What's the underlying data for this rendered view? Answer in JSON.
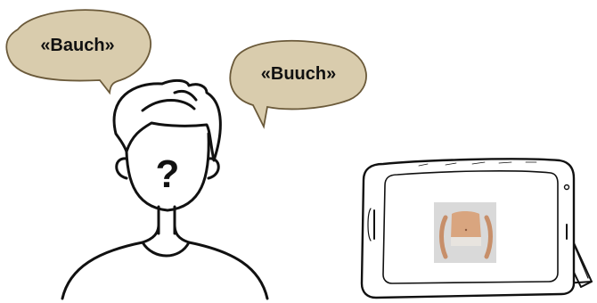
{
  "speech": {
    "left_bubble": "«Bauch»",
    "right_bubble": "«Buuch»"
  },
  "person": {
    "face_symbol": "?"
  },
  "tablet": {
    "screen_image": "belly-photo"
  },
  "colors": {
    "bubble_fill": "#d9ccad",
    "bubble_stroke": "#6b5a3a",
    "outline": "#111111",
    "photo_skin": "#d9a57f",
    "photo_bg": "#d9d9d9"
  }
}
